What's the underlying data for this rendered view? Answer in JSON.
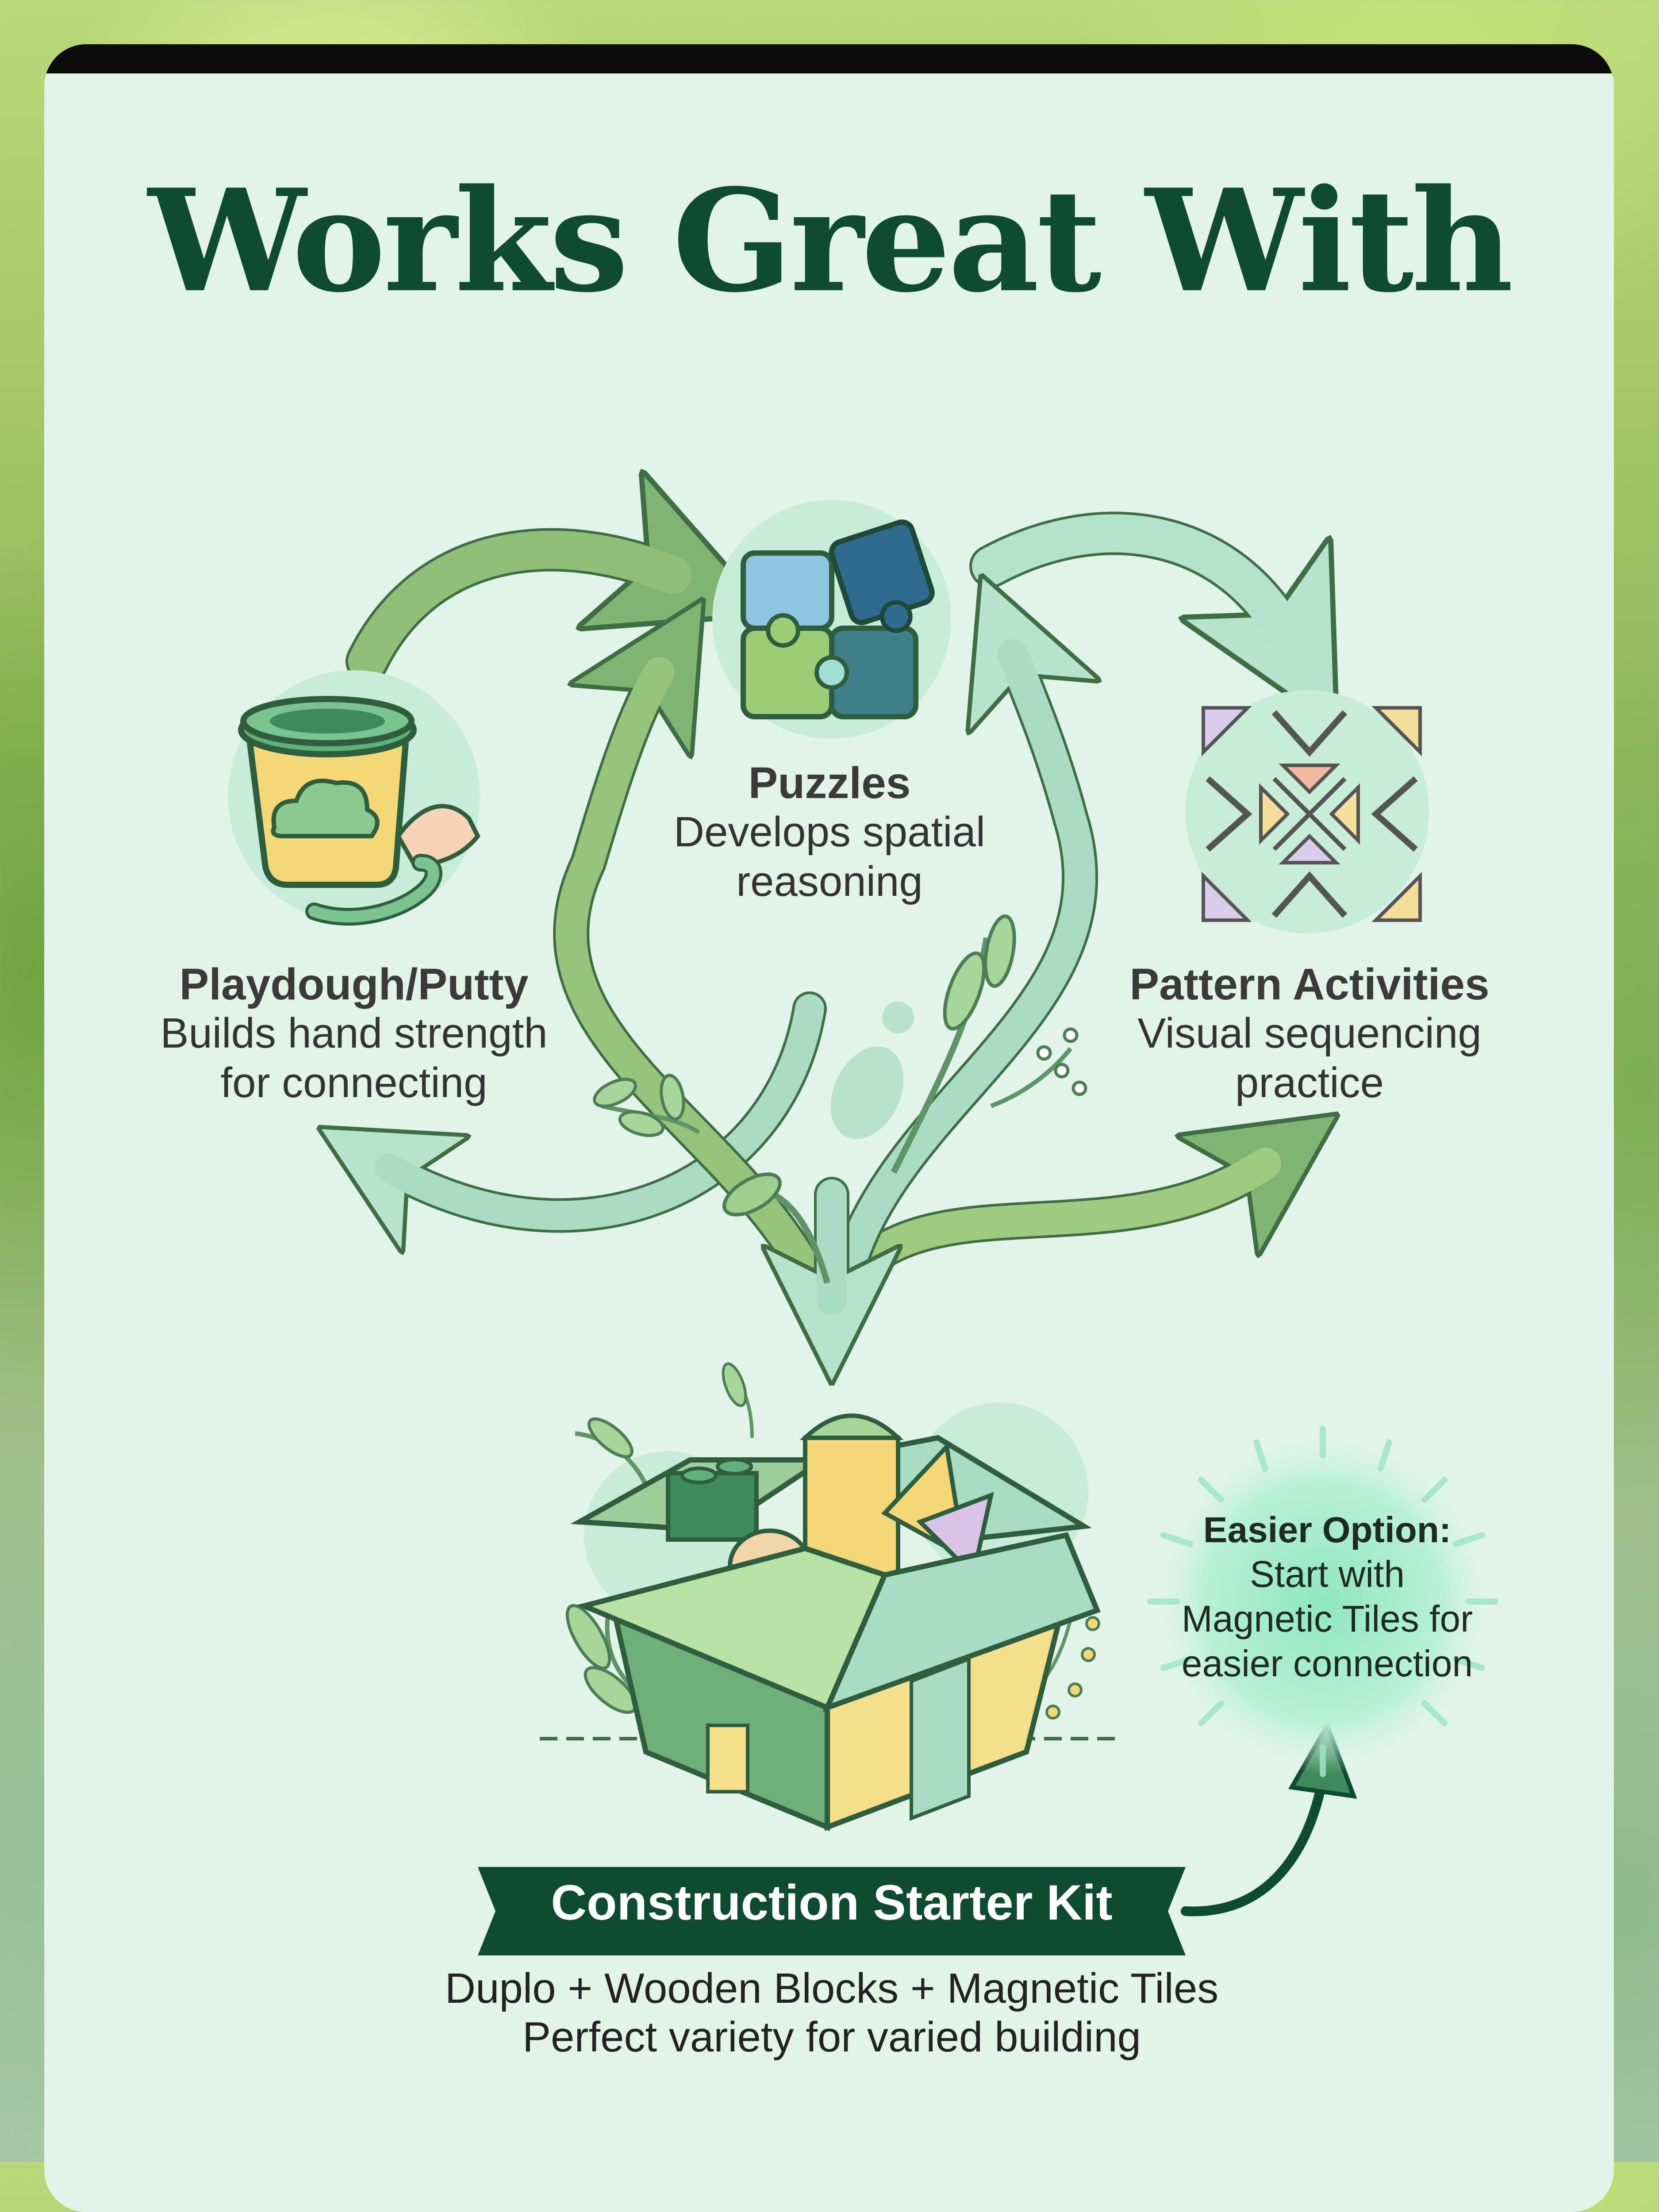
{
  "title": "Works Great With",
  "items": [
    {
      "name": "Playdough/Putty",
      "desc": [
        "Builds hand strength",
        "for connecting"
      ],
      "icon": "playdough-tub-icon"
    },
    {
      "name": "Puzzles",
      "desc": [
        "Develops spatial",
        "reasoning"
      ],
      "icon": "puzzle-pieces-icon"
    },
    {
      "name": "Pattern Activities",
      "desc": [
        "Visual sequencing",
        "practice"
      ],
      "icon": "pattern-tile-icon"
    }
  ],
  "kit": {
    "banner": "Construction Starter Kit",
    "desc": [
      "Duplo + Wooden Blocks + Magnetic Tiles",
      "Perfect variety for varied building"
    ],
    "icon": "open-toy-box-icon"
  },
  "easier": {
    "heading": "Easier Option:",
    "lines": [
      "Start with",
      "Magnetic Tiles for",
      "easier connection"
    ]
  },
  "colors": {
    "title": "#0f4a33",
    "card": "#e2f3ea",
    "banner": "#0f4a33",
    "arrow_dark": "#6fa06a",
    "arrow_light": "#a9dcc3",
    "burst": "#9ee8c8"
  }
}
